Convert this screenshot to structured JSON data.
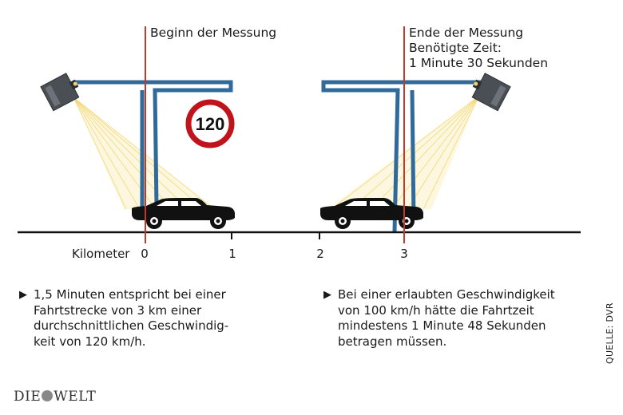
{
  "start_label": "Beginn der Messung",
  "end_label_lines": [
    "Ende der Messung",
    "Benötigte Zeit:",
    "1 Minute 30 Sekunden"
  ],
  "speed_sign": "120",
  "axis_label": "Kilometer",
  "ticks": [
    "0",
    "1",
    "2",
    "3"
  ],
  "note_left": "1,5 Minuten entspricht bei einer\nFahrtstrecke von 3 km einer\ndurchschnittlichen Geschwindig-\nkeit von 120 km/h.",
  "note_right": "Bei einer erlaubten Geschwindigkeit\nvon 100 km/h hätte die Fahrtzeit\nmindestens 1 Minute 48 Sekunden\nbetragen müssen.",
  "arrow_glyph": "▶",
  "source": "QUELLE: DVR",
  "brand_left": "DIE",
  "brand_right": "WELT",
  "colors": {
    "gantry": "#2f6a9a",
    "marker": "#c0392b",
    "sign_ring": "#c0141c",
    "car": "#111111",
    "beam": "#f2d470",
    "camera": "#4a4f55"
  },
  "icons": [
    "camera-icon",
    "car-icon",
    "speed-sign-icon"
  ]
}
